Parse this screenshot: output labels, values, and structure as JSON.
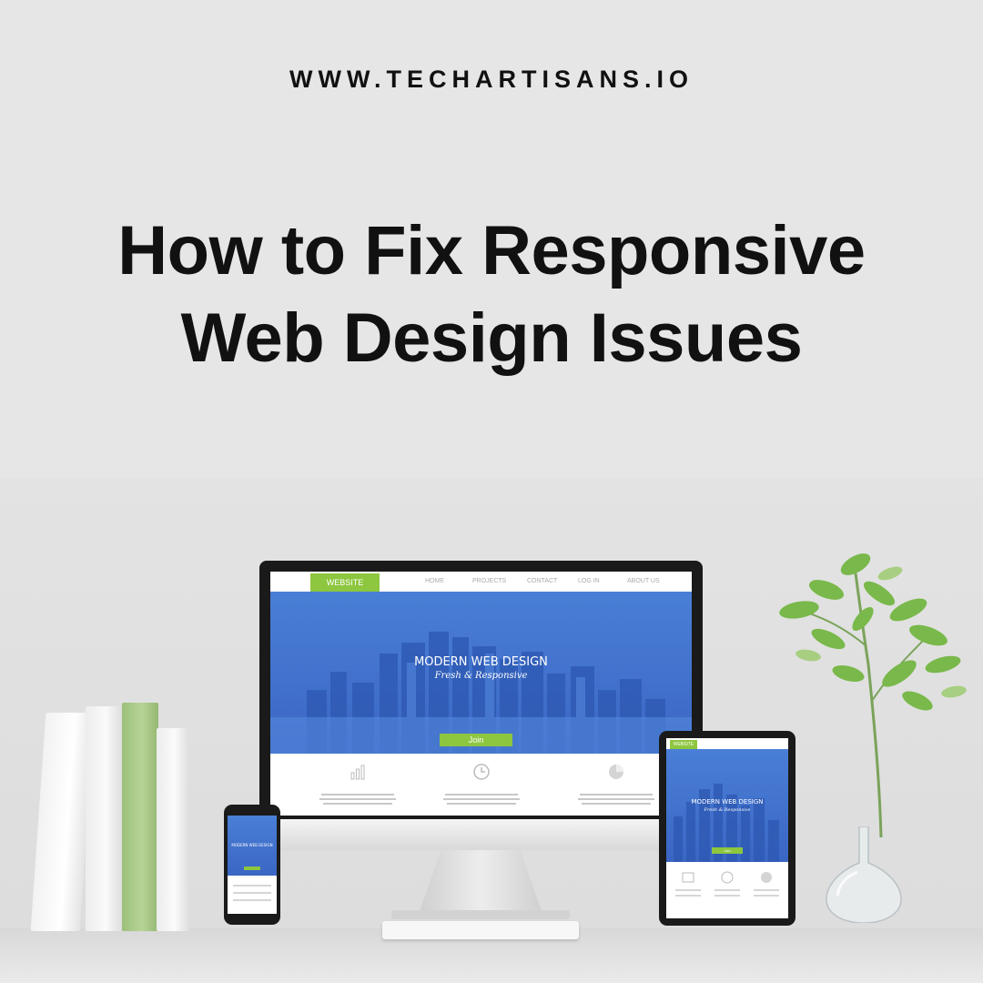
{
  "header": {
    "url": "WWW.TECHARTISANS.IO",
    "title_line1": "How to Fix Responsive",
    "title_line2": "Web Design Issues"
  },
  "monitor_site": {
    "logo": "WEBSITE",
    "nav": [
      "HOME",
      "PROJECTS",
      "CONTACT",
      "LOG IN",
      "ABOUT US"
    ],
    "hero_title": "MODERN WEB DESIGN",
    "hero_subtitle": "Fresh & Responsive",
    "cta": "Join"
  },
  "tablet_site": {
    "logo": "WEBSITE",
    "hero_title": "MODERN WEB DESIGN",
    "hero_subtitle": "Fresh & Responsive",
    "cta": "Join"
  },
  "phone_site": {
    "hero_title": "MODERN WEB DESIGN"
  },
  "colors": {
    "background": "#e6e6e6",
    "accent_green": "#8dc63f",
    "hero_blue": "#3a66c4"
  }
}
